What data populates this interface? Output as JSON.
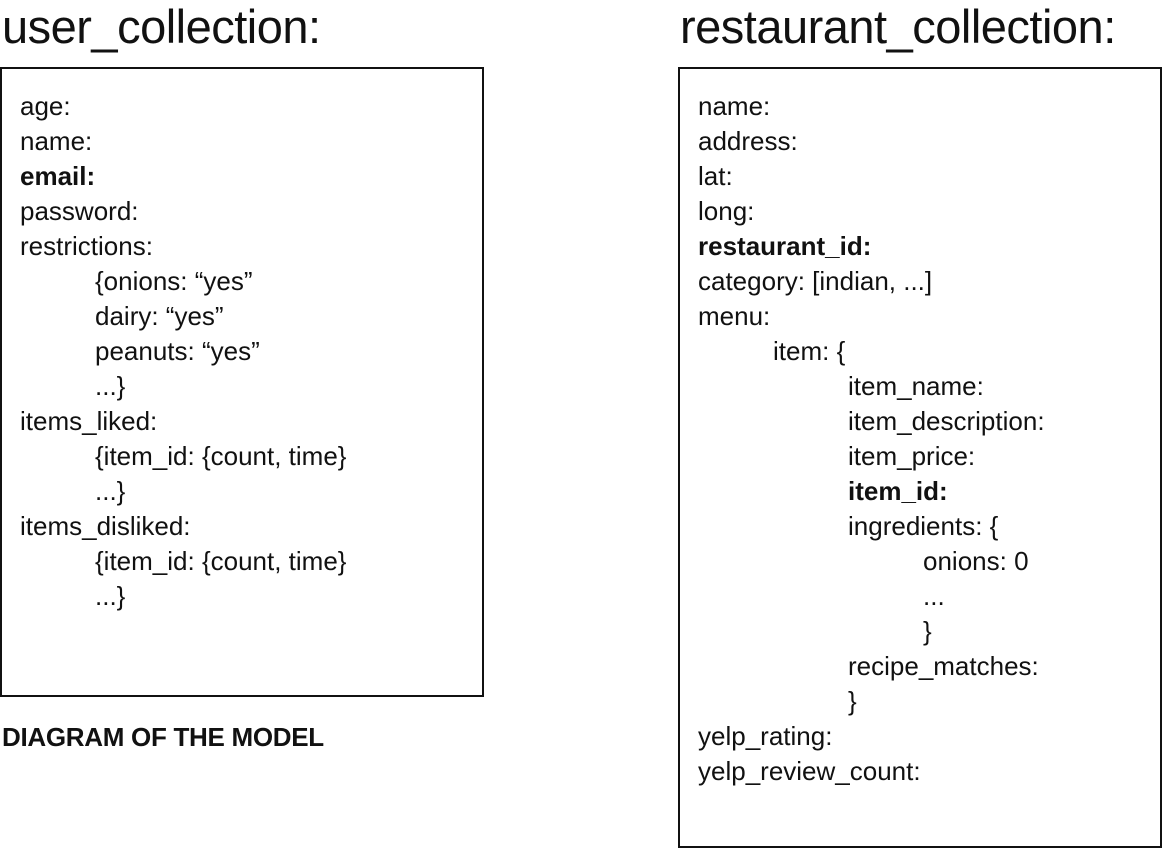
{
  "user_collection": {
    "title": "user_collection:",
    "lines": [
      {
        "text": "age:",
        "indent": 0,
        "bold": false
      },
      {
        "text": "name:",
        "indent": 0,
        "bold": false
      },
      {
        "text": "email:",
        "indent": 0,
        "bold": true
      },
      {
        "text": "password:",
        "indent": 0,
        "bold": false
      },
      {
        "text": "restrictions:",
        "indent": 0,
        "bold": false
      },
      {
        "text": "{onions: “yes”",
        "indent": 1,
        "bold": false
      },
      {
        "text": "dairy: “yes”",
        "indent": 1,
        "bold": false
      },
      {
        "text": "peanuts: “yes”",
        "indent": 1,
        "bold": false
      },
      {
        "text": "...}",
        "indent": 1,
        "bold": false
      },
      {
        "text": "items_liked:",
        "indent": 0,
        "bold": false
      },
      {
        "text": "{item_id: {count, time}",
        "indent": 1,
        "bold": false
      },
      {
        "text": "...}",
        "indent": 1,
        "bold": false
      },
      {
        "text": "items_disliked:",
        "indent": 0,
        "bold": false
      },
      {
        "text": "{item_id: {count, time}",
        "indent": 1,
        "bold": false
      },
      {
        "text": "...}",
        "indent": 1,
        "bold": false
      }
    ]
  },
  "restaurant_collection": {
    "title": "restaurant_collection:",
    "lines": [
      {
        "text": "name:",
        "indent": 0,
        "bold": false
      },
      {
        "text": "address:",
        "indent": 0,
        "bold": false
      },
      {
        "text": "lat:",
        "indent": 0,
        "bold": false
      },
      {
        "text": "long:",
        "indent": 0,
        "bold": false
      },
      {
        "text": "restaurant_id:",
        "indent": 0,
        "bold": true
      },
      {
        "text": "category: [indian, ...]",
        "indent": 0,
        "bold": false
      },
      {
        "text": "menu:",
        "indent": 0,
        "bold": false
      },
      {
        "text": "item: {",
        "indent": 1,
        "bold": false
      },
      {
        "text": "item_name:",
        "indent": 2,
        "bold": false
      },
      {
        "text": "item_description:",
        "indent": 2,
        "bold": false
      },
      {
        "text": "item_price:",
        "indent": 2,
        "bold": false
      },
      {
        "text": "item_id:",
        "indent": 2,
        "bold": true
      },
      {
        "text": "ingredients: {",
        "indent": 2,
        "bold": false
      },
      {
        "text": "onions: 0",
        "indent": 3,
        "bold": false
      },
      {
        "text": "...",
        "indent": 3,
        "bold": false
      },
      {
        "text": "}",
        "indent": 3,
        "bold": false
      },
      {
        "text": "recipe_matches:",
        "indent": 2,
        "bold": false
      },
      {
        "text": "}",
        "indent": 2,
        "bold": false
      },
      {
        "text": "yelp_rating:",
        "indent": 0,
        "bold": false
      },
      {
        "text": "yelp_review_count:",
        "indent": 0,
        "bold": false
      }
    ]
  },
  "caption": "DIAGRAM OF THE MODEL"
}
